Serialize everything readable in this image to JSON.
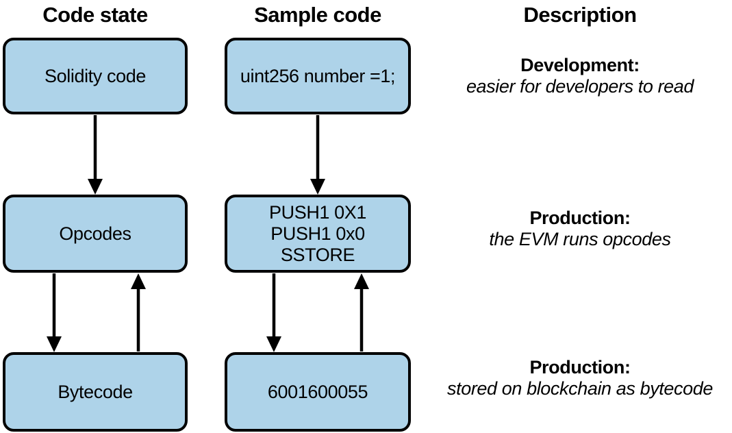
{
  "headers": {
    "code_state": "Code state",
    "sample_code": "Sample code",
    "description": "Description"
  },
  "code_state": {
    "solidity": "Solidity code",
    "opcodes": "Opcodes",
    "bytecode": "Bytecode"
  },
  "sample_code": {
    "solidity": "uint256 number =1;",
    "opcodes": [
      "PUSH1 0X1",
      "PUSH1 0x0",
      "SSTORE"
    ],
    "bytecode": "6001600055"
  },
  "descriptions": [
    {
      "title": "Development:",
      "text": "easier for developers to read"
    },
    {
      "title": "Production:",
      "text": "the EVM runs opcodes"
    },
    {
      "title": "Production:",
      "text": "stored on blockchain as bytecode"
    }
  ],
  "edges": [
    {
      "from": "solidity-code",
      "to": "opcodes",
      "direction": "down"
    },
    {
      "from": "sample-solidity",
      "to": "sample-opcodes",
      "direction": "down"
    },
    {
      "from": "opcodes",
      "to": "bytecode",
      "direction": "down"
    },
    {
      "from": "bytecode",
      "to": "opcodes",
      "direction": "up"
    },
    {
      "from": "sample-opcodes",
      "to": "sample-bytecode",
      "direction": "down"
    },
    {
      "from": "sample-bytecode",
      "to": "sample-opcodes",
      "direction": "up"
    }
  ],
  "colors": {
    "box_fill": "#aed3e9",
    "box_border": "#000000",
    "arrow": "#000000",
    "background": "#ffffff",
    "text": "#000000"
  }
}
